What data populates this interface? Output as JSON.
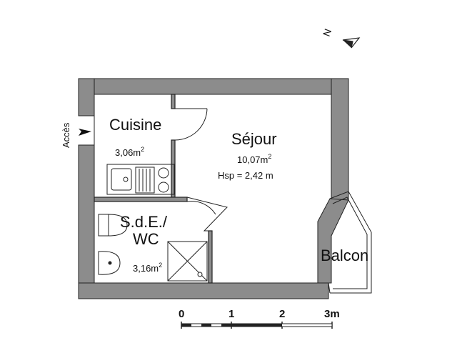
{
  "north": {
    "label": "N"
  },
  "access": {
    "label": "Accès"
  },
  "rooms": {
    "cuisine": {
      "name": "Cuisine",
      "area": "3,06m",
      "sup": "2"
    },
    "sejour": {
      "name": "Séjour",
      "area": "10,07m",
      "sup": "2",
      "height": "Hsp = 2,42 m"
    },
    "sde": {
      "name_line1": "S.d.E./",
      "name_line2": "WC",
      "area": "3,16m",
      "sup": "2"
    },
    "balcon": {
      "name": "Balcon"
    }
  },
  "scale": {
    "labels": [
      "0",
      "1",
      "2",
      "3m"
    ]
  },
  "colors": {
    "wall": "#8c8c8c",
    "line": "#222222",
    "background": "#ffffff"
  }
}
